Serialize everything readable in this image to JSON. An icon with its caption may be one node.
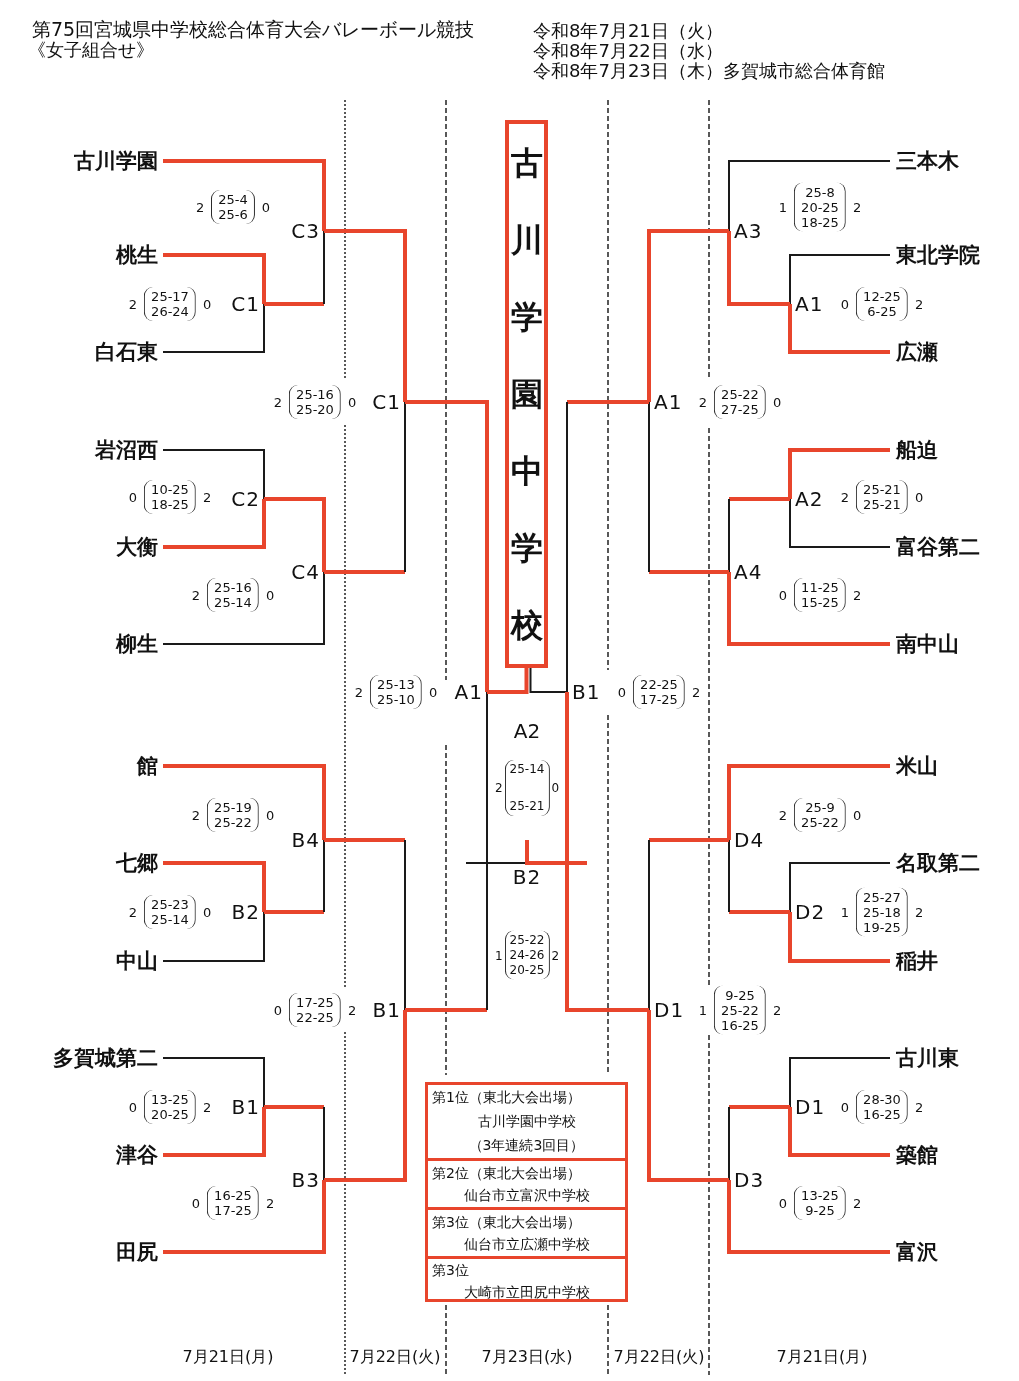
{
  "diagram": {
    "title": "第75回宮城県中学校総合体育大会バレーボール競技",
    "nodes": [
      {
        "text": [
          "古川学園"
        ]
      },
      {
        "text": [
          "桃生"
        ]
      },
      {
        "text": [
          "白石東"
        ]
      },
      {
        "text": [
          "岩沼西"
        ]
      },
      {
        "text": [
          "大衡"
        ]
      },
      {
        "text": [
          "柳生"
        ]
      },
      {
        "text": [
          "館"
        ]
      },
      {
        "text": [
          "七郷"
        ]
      },
      {
        "text": [
          "中山"
        ]
      },
      {
        "text": [
          "多賀城第二"
        ]
      },
      {
        "text": [
          "津谷"
        ]
      },
      {
        "text": [
          "田尻"
        ]
      },
      {
        "text": [
          "三本木"
        ]
      },
      {
        "text": [
          "東北学院"
        ]
      },
      {
        "text": [
          "広瀬"
        ]
      },
      {
        "text": [
          "船迫"
        ]
      },
      {
        "text": [
          "富谷第二"
        ]
      },
      {
        "text": [
          "南中山"
        ]
      },
      {
        "text": [
          "米山"
        ]
      },
      {
        "text": [
          "名取第二"
        ]
      },
      {
        "text": [
          "稲井"
        ]
      },
      {
        "text": [
          "古川東"
        ]
      },
      {
        "text": [
          "築館"
        ]
      },
      {
        "text": [
          "富沢"
        ]
      },
      {
        "text": [
          "C3"
        ],
        "beside": [
          "2",
          "25-4",
          "25-6",
          "0"
        ]
      },
      {
        "text": [
          "C1"
        ],
        "beside": [
          "2",
          "25-17",
          "26-24",
          "0"
        ]
      },
      {
        "text": [
          "C2"
        ],
        "beside": [
          "0",
          "10-25",
          "18-25",
          "2"
        ]
      },
      {
        "text": [
          "C4"
        ],
        "beside": [
          "2",
          "25-16",
          "25-14",
          "0"
        ]
      },
      {
        "text": [
          "C1"
        ],
        "beside": [
          "2",
          "25-16",
          "25-20",
          "0"
        ]
      },
      {
        "text": [
          "B4"
        ],
        "beside": [
          "2",
          "25-19",
          "25-22",
          "0"
        ]
      },
      {
        "text": [
          "B2"
        ],
        "beside": [
          "2",
          "25-23",
          "25-14",
          "0"
        ]
      },
      {
        "text": [
          "B1"
        ],
        "beside": [
          "0",
          "13-25",
          "20-25",
          "2"
        ]
      },
      {
        "text": [
          "B3"
        ],
        "beside": [
          "0",
          "16-25",
          "17-25",
          "2"
        ]
      },
      {
        "text": [
          "B1"
        ],
        "beside": [
          "0",
          "17-25",
          "22-25",
          "2"
        ]
      },
      {
        "text": [
          "A3"
        ],
        "beside": [
          "1",
          "25-8",
          "20-25",
          "18-25",
          "2"
        ]
      },
      {
        "text": [
          "A1"
        ],
        "beside": [
          "0",
          "12-25",
          "6-25",
          "2"
        ]
      },
      {
        "text": [
          "A2"
        ],
        "beside": [
          "2",
          "25-21",
          "25-21",
          "0"
        ]
      },
      {
        "text": [
          "A4"
        ],
        "beside": [
          "0",
          "11-25",
          "15-25",
          "2"
        ]
      },
      {
        "text": [
          "A1"
        ],
        "beside": [
          "2",
          "25-22",
          "27-25",
          "0"
        ]
      },
      {
        "text": [
          "D4"
        ],
        "beside": [
          "2",
          "25-9",
          "25-22",
          "0"
        ]
      },
      {
        "text": [
          "D2"
        ],
        "beside": [
          "1",
          "25-27",
          "25-18",
          "19-25",
          "2"
        ]
      },
      {
        "text": [
          "D1"
        ],
        "beside": [
          "0",
          "28-30",
          "16-25",
          "2"
        ]
      },
      {
        "text": [
          "D3"
        ],
        "beside": [
          "0",
          "13-25",
          "9-25",
          "2"
        ]
      },
      {
        "text": [
          "D1"
        ],
        "beside": [
          "1",
          "9-25",
          "25-22",
          "16-25",
          "2"
        ]
      },
      {
        "text": [
          "A1"
        ],
        "beside": [
          "2",
          "25-13",
          "25-10",
          "0"
        ]
      },
      {
        "text": [
          "B1"
        ],
        "beside": [
          "0",
          "22-25",
          "17-25",
          "2"
        ]
      },
      {
        "text": [
          "B2"
        ],
        "beside": [
          "1",
          "25-22",
          "24-26",
          "20-25",
          "2"
        ]
      },
      {
        "text": [
          "古川学園中学校"
        ]
      },
      {
        "text": [],
        "shape": "box"
      },
      {
        "text": [
          "第1位（東北大会出場）",
          "古川学園中学校",
          "（3年連続3回目）"
        ],
        "in": 48
      },
      {
        "text": [
          "第2位（東北大会出場）",
          "仙台市立富沢中学校"
        ],
        "in": 48
      },
      {
        "text": [
          "第3位（東北大会出場）",
          "仙台市立広瀬中学校"
        ],
        "in": 48
      },
      {
        "text": [
          "第3位",
          "大崎市立田尻中学校"
        ],
        "in": 48
      }
    ],
    "edges": [
      {
        "from": 0,
        "to": 24,
        "arrow": "none"
      },
      {
        "from": 1,
        "to": 25,
        "arrow": "none"
      },
      {
        "from": 2,
        "to": 25,
        "arrow": "none",
        "color": "#1a1a1a"
      },
      {
        "from": 3,
        "to": 26,
        "arrow": "none",
        "color": "#1a1a1a"
      },
      {
        "from": 4,
        "to": 26,
        "arrow": "none"
      },
      {
        "from": 5,
        "to": 27,
        "arrow": "none",
        "color": "#1a1a1a"
      },
      {
        "from": 6,
        "to": 29,
        "arrow": "none"
      },
      {
        "from": 7,
        "to": 30,
        "arrow": "none"
      },
      {
        "from": 8,
        "to": 30,
        "arrow": "none",
        "color": "#1a1a1a"
      },
      {
        "from": 9,
        "to": 31,
        "arrow": "none",
        "color": "#1a1a1a"
      },
      {
        "from": 10,
        "to": 31,
        "arrow": "none"
      },
      {
        "from": 11,
        "to": 32,
        "arrow": "none"
      },
      {
        "from": 12,
        "to": 34,
        "arrow": "none",
        "color": "#1a1a1a"
      },
      {
        "from": 13,
        "to": 35,
        "arrow": "none",
        "color": "#1a1a1a"
      },
      {
        "from": 14,
        "to": 35,
        "arrow": "none"
      },
      {
        "from": 15,
        "to": 36,
        "arrow": "none"
      },
      {
        "from": 16,
        "to": 36,
        "arrow": "none",
        "color": "#1a1a1a"
      },
      {
        "from": 17,
        "to": 37,
        "arrow": "none"
      },
      {
        "from": 18,
        "to": 39,
        "arrow": "none"
      },
      {
        "from": 19,
        "to": 40,
        "arrow": "none",
        "color": "#1a1a1a"
      },
      {
        "from": 20,
        "to": 40,
        "arrow": "none"
      },
      {
        "from": 21,
        "to": 41,
        "arrow": "none",
        "color": "#1a1a1a"
      },
      {
        "from": 22,
        "to": 41,
        "arrow": "none"
      },
      {
        "from": 23,
        "to": 42,
        "arrow": "none"
      },
      {
        "from": 25,
        "to": 24,
        "arrow": "none",
        "color": "#1a1a1a"
      },
      {
        "from": 26,
        "to": 27,
        "arrow": "none"
      },
      {
        "from": 24,
        "to": 28,
        "arrow": "none"
      },
      {
        "from": 27,
        "to": 28,
        "arrow": "none",
        "color": "#1a1a1a"
      },
      {
        "from": 30,
        "to": 29,
        "arrow": "none",
        "color": "#1a1a1a"
      },
      {
        "from": 31,
        "to": 32,
        "arrow": "none",
        "color": "#1a1a1a"
      },
      {
        "from": 29,
        "to": 33,
        "arrow": "none",
        "color": "#1a1a1a"
      },
      {
        "from": 32,
        "to": 33,
        "arrow": "none"
      },
      {
        "from": 35,
        "to": 34,
        "arrow": "none"
      },
      {
        "from": 36,
        "to": 37,
        "arrow": "none",
        "color": "#1a1a1a"
      },
      {
        "from": 34,
        "to": 38,
        "arrow": "none"
      },
      {
        "from": 37,
        "to": 38,
        "arrow": "none",
        "color": "#1a1a1a"
      },
      {
        "from": 40,
        "to": 39,
        "arrow": "none",
        "color": "#1a1a1a"
      },
      {
        "from": 41,
        "to": 42,
        "arrow": "none",
        "color": "#1a1a1a"
      },
      {
        "from": 39,
        "to": 43,
        "arrow": "none",
        "color": "#1a1a1a"
      },
      {
        "from": 42,
        "to": 43,
        "arrow": "none"
      },
      {
        "from": 28,
        "to": 44,
        "arrow": "none"
      },
      {
        "from": 33,
        "to": 44,
        "arrow": "none",
        "color": "#1a1a1a"
      },
      {
        "from": 38,
        "to": 45,
        "arrow": "none",
        "color": "#1a1a1a"
      },
      {
        "from": 43,
        "to": 45,
        "arrow": "none"
      },
      {
        "from": 33,
        "to": 46,
        "arrow": "none",
        "color": "#1a1a1a"
      },
      {
        "from": 43,
        "to": 46,
        "arrow": "none"
      },
      {
        "from": 44,
        "to": 47,
        "arrow": "none"
      },
      {
        "from": 45,
        "to": 47,
        "arrow": "none",
        "color": "#1a1a1a"
      }
    ],
    "labels": [
      "《女子組合せ》",
      "令和8年7月21日（火）",
      "令和8年7月22日（水）",
      "令和8年7月23日（木）多賀城市総合体育館",
      "A2",
      "2",
      "25-14",
      "25-21",
      "0",
      "7月21日(月)",
      "7月22日(火)",
      "7月23日(水)",
      "7月22日(火)",
      "7月21日(月)"
    ]
  }
}
